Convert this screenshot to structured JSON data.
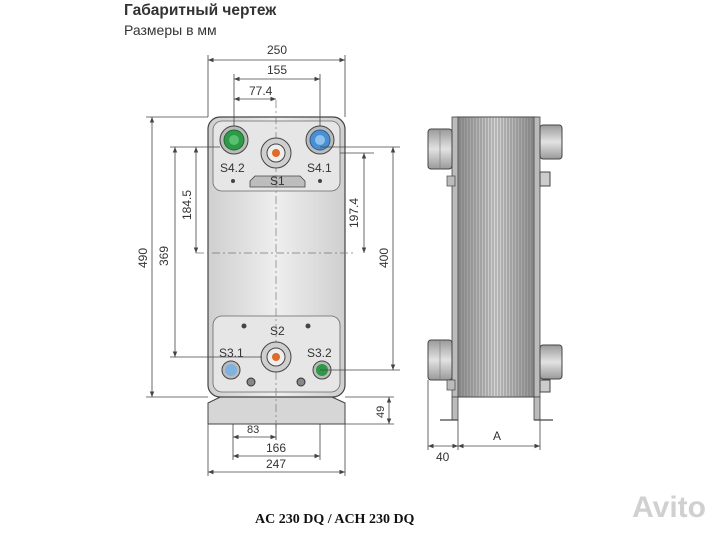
{
  "header": {
    "title": "Габаритный чертеж",
    "subtitle": "Размеры в мм"
  },
  "dimensions": {
    "width_top": "250",
    "port_pitch": "155",
    "center_offset": "77.4",
    "height_total": "490",
    "height_ports": "369",
    "upper_to_center": "184.5",
    "center_to_s1": "197.4",
    "plate_pitch": "400",
    "foot_offset": "83",
    "foot_hole_pitch": "166",
    "foot_width": "247",
    "foot_height": "49",
    "side_depth": "40",
    "side_length": "A"
  },
  "ports": {
    "s42": "S4.2",
    "s41": "S4.1",
    "s1": "S1",
    "s2": "S2",
    "s31": "S3.1",
    "s32": "S3.2"
  },
  "colors": {
    "port_green": "#2e9a48",
    "port_blue": "#4a8fd0",
    "port_orange": "#e06a28",
    "plate": "#e0e0e0",
    "line": "#444444"
  },
  "footer": {
    "model": "AC 230 DQ / ACH 230 DQ"
  },
  "watermark": {
    "text": "Avito"
  }
}
